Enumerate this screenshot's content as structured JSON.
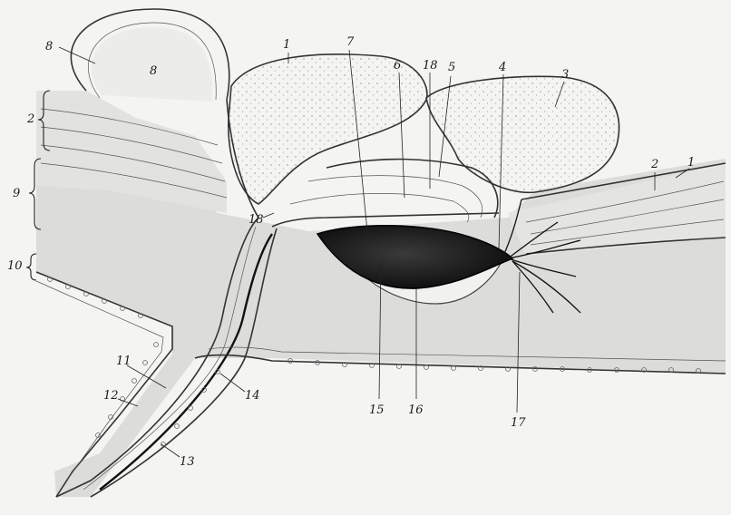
{
  "figure": {
    "labels": {
      "l1a": "1",
      "l1b": "1",
      "l2a": "2",
      "l2b": "2",
      "l3": "3",
      "l4": "4",
      "l5": "5",
      "l6": "6",
      "l7": "7",
      "l8a": "8",
      "l8b": "8",
      "l9": "9",
      "l10": "10",
      "l11": "11",
      "l12": "12",
      "l13": "13",
      "l14": "14",
      "l15": "15",
      "l16": "16",
      "l17": "17",
      "l18a": "18",
      "l18b": "18"
    }
  }
}
